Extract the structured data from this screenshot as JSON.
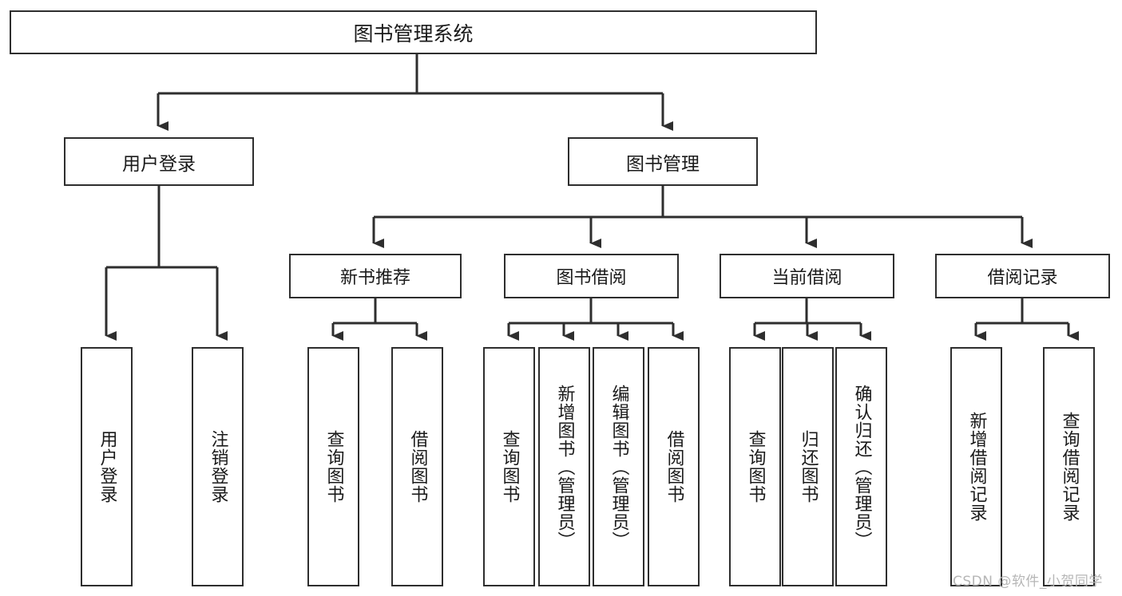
{
  "diagram": {
    "type": "hierarchy-tree",
    "title": "图书管理系统",
    "orientation": "top-down",
    "colors": {
      "box_border": "#2e2e2e",
      "box_fill": "#ffffff",
      "connector": "#2e2e2e",
      "text": "#1a1a1a",
      "watermark": "#b6b6b6",
      "background": "#ffffff"
    }
  },
  "root": {
    "label": "图书管理系统"
  },
  "level2": [
    {
      "label": "用户登录"
    },
    {
      "label": "图书管理"
    }
  ],
  "level3": [
    {
      "label": "新书推荐"
    },
    {
      "label": "图书借阅"
    },
    {
      "label": "当前借阅"
    },
    {
      "label": "借阅记录"
    }
  ],
  "leaves": {
    "user_login": [
      {
        "label": "用户登录"
      },
      {
        "label": "注销登录"
      }
    ],
    "new_book_recommend": [
      {
        "label": "查询图书"
      },
      {
        "label": "借阅图书"
      }
    ],
    "book_borrow": [
      {
        "label": "查询图书"
      },
      {
        "label": "新增图书（管理员）"
      },
      {
        "label": "编辑图书（管理员）"
      },
      {
        "label": "借阅图书"
      }
    ],
    "current_borrow": [
      {
        "label": "查询图书"
      },
      {
        "label": "归还图书"
      },
      {
        "label": "确认归还（管理员）"
      }
    ],
    "borrow_record": [
      {
        "label": "新增借阅记录"
      },
      {
        "label": "查询借阅记录"
      }
    ]
  },
  "watermark": {
    "text": "CSDN @软件_小贺同学"
  }
}
